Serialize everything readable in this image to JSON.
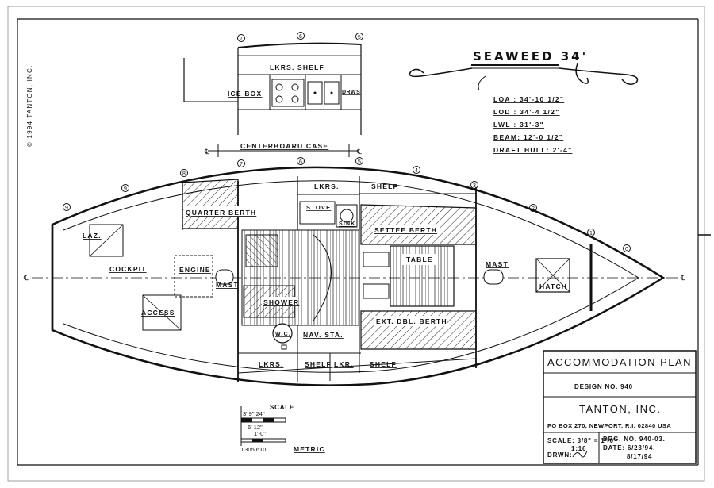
{
  "title_block": {
    "plan_title": "ACCOMMODATION PLAN",
    "design_no": "DESIGN NO. 940",
    "company": "TANTON, INC.",
    "address": "PO BOX 270, NEWPORT, R.I. 02840 USA",
    "scale": "SCALE: 3/8\" = 1'-0\"",
    "ratio": "1:16",
    "drawn": "DRWN:",
    "drg_no": "DRG. NO. 940-03.",
    "date": "DATE: 6/23/94.",
    "date2": "8/17/94"
  },
  "copyright": "© 1994 TANTON, INC.",
  "boat_name": "SEAWEED 34'",
  "specs": [
    "LOA : 34'-10 1/2\"",
    "LOD : 34'-4 1/2\"",
    "LWL : 31'-3\"",
    "BEAM: 12'-0 1/2\"",
    "DRAFT HULL: 2'-4\""
  ],
  "section_view": {
    "lockers_shelf": "LKRS.  SHELF",
    "ice_box": "ICE BOX",
    "drawers": "DRWS",
    "centerboard_case": "CENTERBOARD CASE",
    "stations": [
      "7",
      "6",
      "5"
    ]
  },
  "plan_labels": {
    "laz": "LAZ.",
    "cockpit": "COCKPIT",
    "engine": "ENGINE",
    "access": "ACCESS",
    "mast_aft": "MAST",
    "quarter_berth": "QUARTER BERTH",
    "lkrs_top": "LKRS.",
    "shelf_top": "SHELF",
    "stove": "STOVE",
    "sink": "SINK",
    "settee_berth": "SETTEE BERTH",
    "table": "TABLE",
    "mast_fwd": "MAST",
    "hatch": "HATCH",
    "shower": "SHOWER",
    "wc": "W.C.",
    "nav_sta": "NAV. STA.",
    "ext_dbl_berth": "EXT. DBL. BERTH",
    "lkrs_bot": "LKRS.",
    "shelf_bot1": "SHELF",
    "lkr_bot": "LKR.",
    "shelf_bot2": "SHELF"
  },
  "stations": [
    "9",
    "8",
    "7",
    "6",
    "5",
    "4",
    "3",
    "2",
    "1",
    "0"
  ],
  "centerline_mark": "℄",
  "scale_bar": {
    "title": "SCALE",
    "top_labels": "3' 9\"    24\"",
    "mid1": "6' 12\"",
    "mid2": "1'-0\"",
    "metric_values": "0    305   610",
    "metric": "METRIC"
  }
}
